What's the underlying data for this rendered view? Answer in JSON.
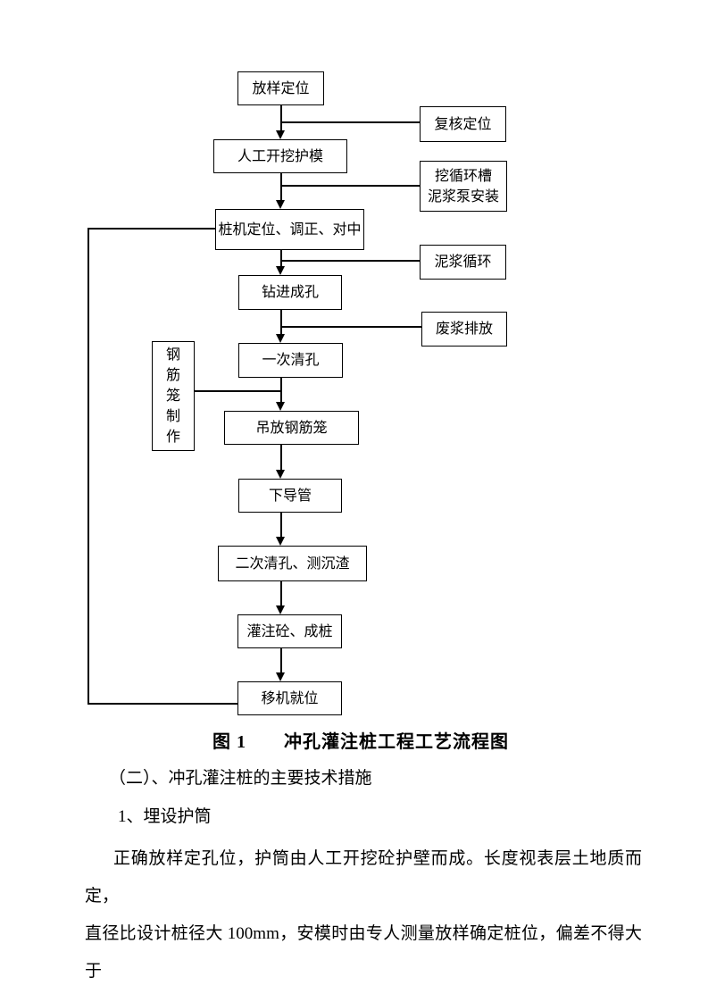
{
  "page": {
    "background": "#ffffff",
    "ink": "#000000"
  },
  "flowchart": {
    "boxes": [
      {
        "label": "放样定位"
      },
      {
        "label": "复核定位"
      },
      {
        "label": "人工开挖护模"
      },
      {
        "label": "挖循环槽\n泥浆泵安装"
      },
      {
        "label": "桩机定位、调正、对中"
      },
      {
        "label": "泥浆循环"
      },
      {
        "label": "钻进成孔"
      },
      {
        "label": "废浆排放"
      },
      {
        "label": "一次清孔"
      },
      {
        "label": "钢\n筋\n笼\n制\n作"
      },
      {
        "label": "吊放钢筋笼"
      },
      {
        "label": "下导管"
      },
      {
        "label": "二次清孔、测沉渣"
      },
      {
        "label": "灌注砼、成桩"
      },
      {
        "label": "移机就位"
      }
    ]
  },
  "caption": "图 1　　冲孔灌注桩工程工艺流程图",
  "text": {
    "section_heading": "（二）、冲孔灌注桩的主要技术措施",
    "item_heading": "1、埋设护筒",
    "body": "正确放样定孔位，护筒由人工开挖砼护壁而成。长度视表层土地质而定，\n直径比设计桩径大 100mm，安模时由专人测量放样确定桩位，偏差不得大于"
  }
}
